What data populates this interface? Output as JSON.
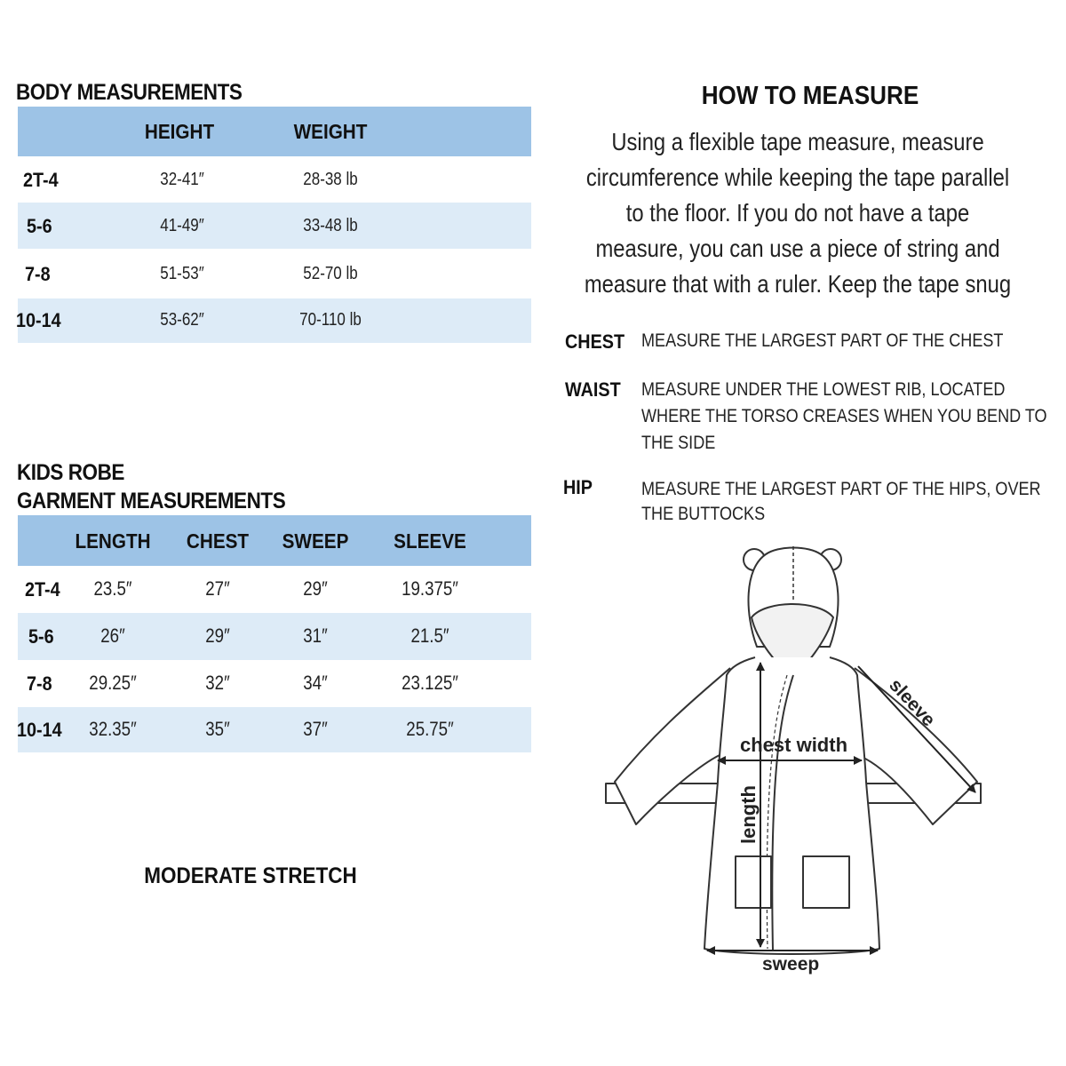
{
  "body_table": {
    "title": "BODY MEASUREMENTS",
    "headers": [
      "HEIGHT",
      "WEIGHT"
    ],
    "rows": [
      {
        "size": "2T-4",
        "height": "32-41″",
        "weight": "28-38 lb"
      },
      {
        "size": "5-6",
        "height": "41-49″",
        "weight": "33-48 lb"
      },
      {
        "size": "7-8",
        "height": "51-53″",
        "weight": "52-70 lb"
      },
      {
        "size": "10-14",
        "height": "53-62″",
        "weight": "70-110 lb"
      }
    ]
  },
  "garment_table": {
    "title_line1": "KIDS ROBE",
    "title_line2": "GARMENT MEASUREMENTS",
    "headers": [
      "LENGTH",
      "CHEST",
      "SWEEP",
      "SLEEVE"
    ],
    "rows": [
      {
        "size": "2T-4",
        "length": "23.5″",
        "chest": "27″",
        "sweep": "29″",
        "sleeve": "19.375″"
      },
      {
        "size": "5-6",
        "length": "26″",
        "chest": "29″",
        "sweep": "31″",
        "sleeve": "21.5″"
      },
      {
        "size": "7-8",
        "length": "29.25″",
        "chest": "32″",
        "sweep": "34″",
        "sleeve": "23.125″"
      },
      {
        "size": "10-14",
        "length": "32.35″",
        "chest": "35″",
        "sweep": "37″",
        "sleeve": "25.75″"
      }
    ]
  },
  "stretch_note": "MODERATE STRETCH",
  "how_to": {
    "title": "HOW TO MEASURE",
    "paragraph_lines": [
      "Using a flexible tape measure, measure",
      "circumference while keeping the tape parallel",
      "to the floor.  If you do not have a tape",
      "measure, you can use a piece of string and",
      "measure that with a ruler. Keep the tape snug"
    ],
    "items": [
      {
        "term": "CHEST",
        "lines": [
          "MEASURE THE LARGEST PART OF THE CHEST"
        ]
      },
      {
        "term": "WAIST",
        "lines": [
          "MEASURE UNDER THE LOWEST RIB, LOCATED",
          "WHERE THE TORSO CREASES WHEN YOU BEND TO",
          "THE SIDE"
        ]
      },
      {
        "term": "HIP",
        "lines": [
          "MEASURE THE LARGEST PART OF THE HIPS, OVER",
          "THE BUTTOCKS"
        ]
      }
    ]
  },
  "diagram": {
    "labels": {
      "sleeve": "sleeve",
      "chest": "chest width",
      "length": "length",
      "sweep": "sweep"
    },
    "line_color": "#333333"
  }
}
